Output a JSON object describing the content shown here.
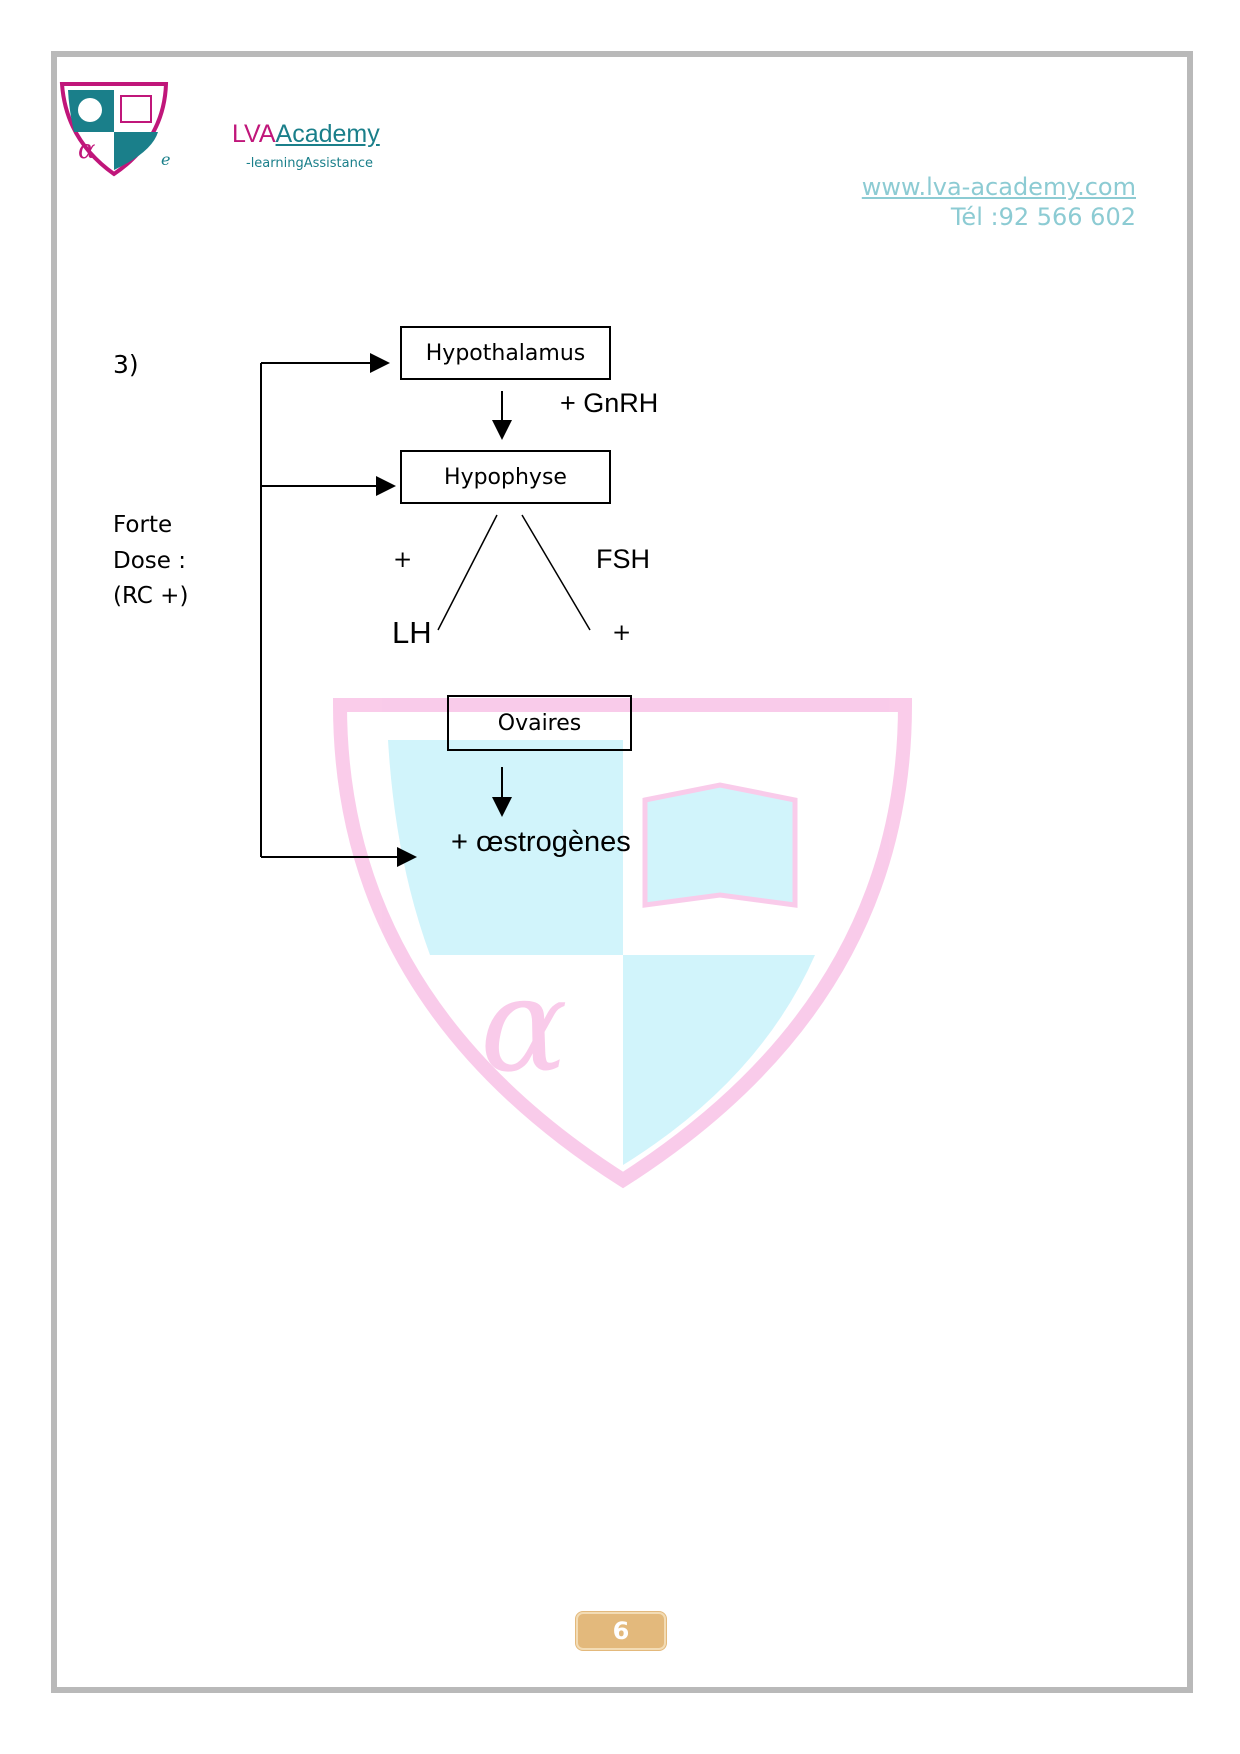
{
  "header": {
    "brand_lva": "LVA",
    "brand_academy": "Academy",
    "tagline": "-learningAssistance",
    "logo_letter": "e",
    "website": "www.lva-academy.com",
    "phone": "Tél :92 566 602"
  },
  "exercise": {
    "number": "3)",
    "condition_line1": "Forte",
    "condition_line2": "Dose :",
    "condition_line3": "(RC +)"
  },
  "diagram": {
    "hypothalamus": "Hypothalamus",
    "gnrh": "+ GnRH",
    "hypophyse": "Hypophyse",
    "lh_sign": "+",
    "lh": "LH",
    "fsh": "FSH",
    "fsh_sign": "+",
    "ovaires": "Ovaires",
    "oestrogenes": "+ œstrogènes"
  },
  "footer": {
    "page_number": "6"
  },
  "colors": {
    "frame": "#b9b9b9",
    "brand_pink": "#c0167a",
    "brand_teal": "#1a7f8a",
    "link": "#8ccbd3",
    "page_badge": "#e3b97c"
  }
}
